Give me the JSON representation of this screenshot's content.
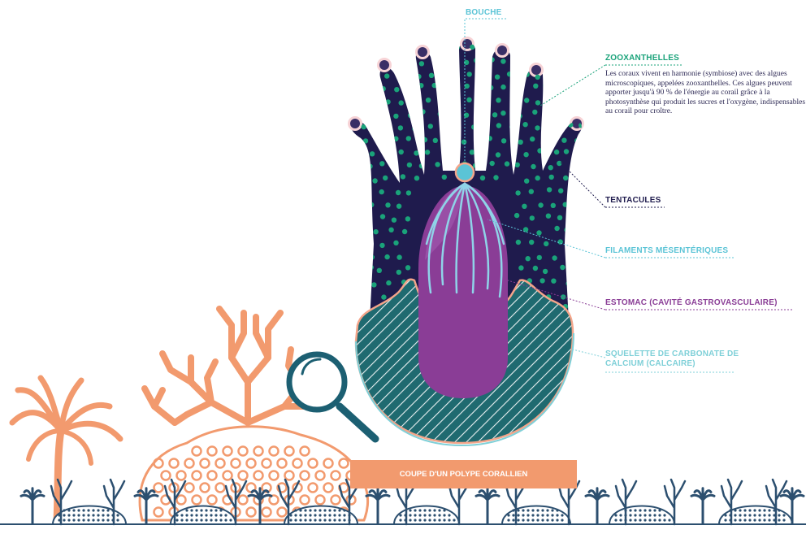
{
  "labels": {
    "bouche": "BOUCHE",
    "zooxanthelles": "ZOOXANTHELLES",
    "zooxanthelles_desc": "Les coraux vivent en harmonie (symbiose) avec des algues microscopiques, appelées zooxanthelles. Ces algues peuvent apporter jusqu'à 90 % de l'énergie au corail grâce à la photosynthèse qui produit les sucres et l'oxygène, indispensables au corail pour croître.",
    "tentacules": "TENTACULES",
    "filaments": "FILAMENTS MÉSENTÉRIQUES",
    "estomac": "ESTOMAC (CAVITÉ GASTROVASCULAIRE)",
    "squelette": "SQUELETTE DE CARBONATE DE CALCIUM (CALCAIRE)"
  },
  "caption": "COUPE D'UN POLYPE CORALLIEN",
  "colors": {
    "polyp_body": "#1f1b4d",
    "zooxanthellae": "#1aa37a",
    "mouth": "#5bc4d6",
    "stomach": "#8a3d96",
    "filaments": "#8fd3e8",
    "skeleton": "#1f6a70",
    "skeleton_outline": "#f4a58a",
    "coral_orange": "#f29a6e",
    "reef_navy": "#2c4f6f",
    "magnifier": "#1c5f72"
  },
  "icons": {
    "magnifier": "magnifying-glass-icon"
  }
}
